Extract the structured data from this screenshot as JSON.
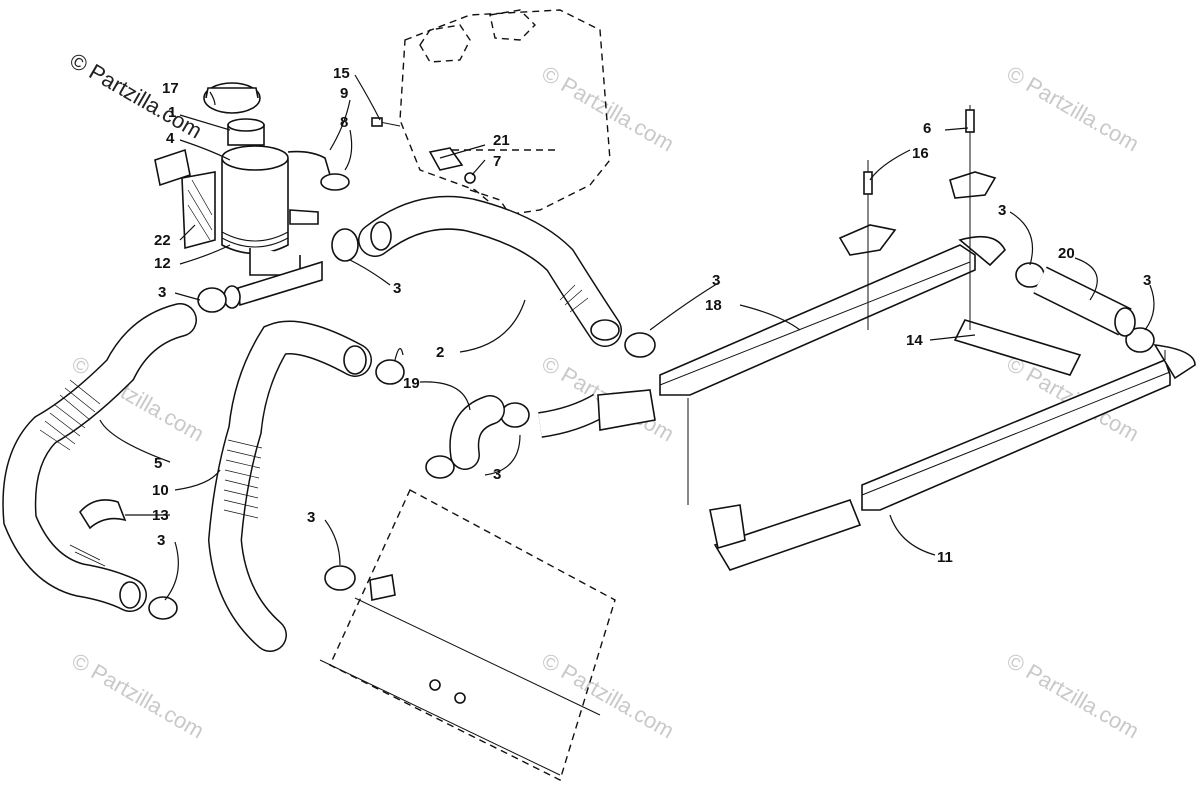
{
  "watermark": {
    "copyright_text": "© Partzilla.com",
    "repeat_text": "© Partzilla.com"
  },
  "callouts": [
    {
      "id": "17",
      "label": "17"
    },
    {
      "id": "1",
      "label": "1"
    },
    {
      "id": "4",
      "label": "4"
    },
    {
      "id": "9",
      "label": "9"
    },
    {
      "id": "8",
      "label": "8"
    },
    {
      "id": "15",
      "label": "15"
    },
    {
      "id": "21",
      "label": "21"
    },
    {
      "id": "7",
      "label": "7"
    },
    {
      "id": "22",
      "label": "22"
    },
    {
      "id": "12",
      "label": "12"
    },
    {
      "id": "3a",
      "label": "3"
    },
    {
      "id": "3b",
      "label": "3"
    },
    {
      "id": "2",
      "label": "2"
    },
    {
      "id": "5",
      "label": "5"
    },
    {
      "id": "10",
      "label": "10"
    },
    {
      "id": "13",
      "label": "13"
    },
    {
      "id": "3c",
      "label": "3"
    },
    {
      "id": "3d",
      "label": "3"
    },
    {
      "id": "19",
      "label": "19"
    },
    {
      "id": "3e",
      "label": "3"
    },
    {
      "id": "3f",
      "label": "3"
    },
    {
      "id": "18",
      "label": "18"
    },
    {
      "id": "6",
      "label": "6"
    },
    {
      "id": "16",
      "label": "16"
    },
    {
      "id": "3g",
      "label": "3"
    },
    {
      "id": "20",
      "label": "20"
    },
    {
      "id": "3h",
      "label": "3"
    },
    {
      "id": "14",
      "label": "14"
    },
    {
      "id": "11",
      "label": "11"
    }
  ]
}
